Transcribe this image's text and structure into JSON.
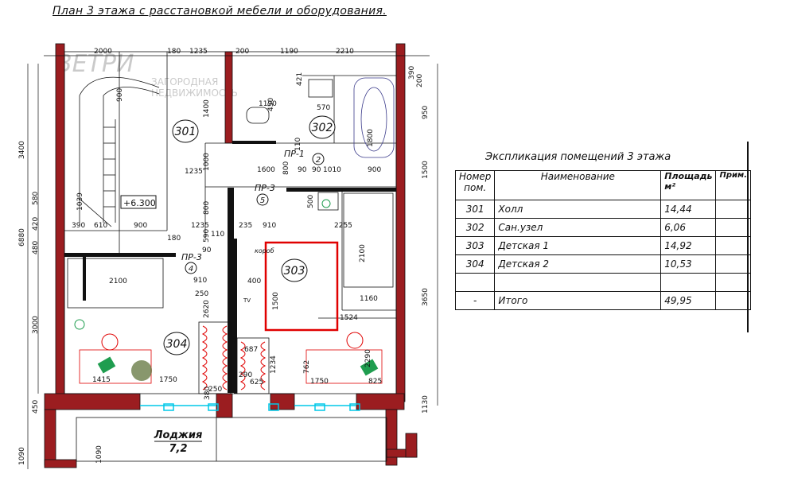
{
  "title": "План 3 этажа с расстановкой мебели и оборудования.",
  "watermark": {
    "line1": "ВЕТРИ",
    "line2": "ЗАГОРОДНАЯ",
    "line3": "НЕДВИЖИМОСТЬ"
  },
  "colors": {
    "wall": "#9b1d20",
    "red_line": "#e00000",
    "cyan": "#00c8e8",
    "dim": "#111111"
  },
  "plan": {
    "dims_top": [
      "2000",
      "180",
      "1235",
      "200",
      "1190",
      "2210"
    ],
    "dims_left": [
      "3400",
      "6880",
      "420",
      "580",
      "480",
      "3000",
      "450",
      "1090"
    ],
    "dims_right": [
      "390",
      "200",
      "950",
      "1500",
      "3650",
      "1130"
    ],
    "dims_inner": [
      "900",
      "1400",
      "1000",
      "1235",
      "800",
      "1190",
      "570",
      "421",
      "450",
      "1800",
      "110",
      "800",
      "1600",
      "90",
      "90",
      "1010",
      "900",
      "1039",
      "390",
      "610",
      "900",
      "180",
      "1235",
      "910",
      "590",
      "90",
      "110",
      "235",
      "2255",
      "500",
      "2100",
      "910",
      "2100",
      "400",
      "1500",
      "1160",
      "1524",
      "250",
      "2620",
      "687",
      "1234",
      "762",
      "2290",
      "1750",
      "1415",
      "380",
      "250",
      "290",
      "625",
      "825",
      "1750",
      "90",
      "1090"
    ],
    "rooms": [
      {
        "num": "301"
      },
      {
        "num": "302"
      },
      {
        "num": "303"
      },
      {
        "num": "304"
      }
    ],
    "doors": [
      "ПР-1",
      "ПР-3",
      "ПР-3"
    ],
    "door_nums": [
      "2",
      "5",
      "4"
    ],
    "level": "+6.300",
    "loggia": {
      "name": "Лоджия",
      "area": "7,2"
    },
    "labels": {
      "kokhod": "короб",
      "tv": "TV"
    }
  },
  "explication": {
    "title": "Экспликация помещений 3 этажа",
    "headers": {
      "num": "Номер пом.",
      "name": "Наименование",
      "area": "Площадь м²",
      "note": "Прим."
    },
    "rows": [
      {
        "num": "301",
        "name": "Холл",
        "area": "14,44"
      },
      {
        "num": "302",
        "name": "Сан.узел",
        "area": "6,06"
      },
      {
        "num": "303",
        "name": "Детская 1",
        "area": "14,92"
      },
      {
        "num": "304",
        "name": "Детская 2",
        "area": "10,53"
      },
      {
        "num": "",
        "name": "",
        "area": ""
      },
      {
        "num": "-",
        "name": "Итого",
        "area": "49,95"
      }
    ]
  }
}
